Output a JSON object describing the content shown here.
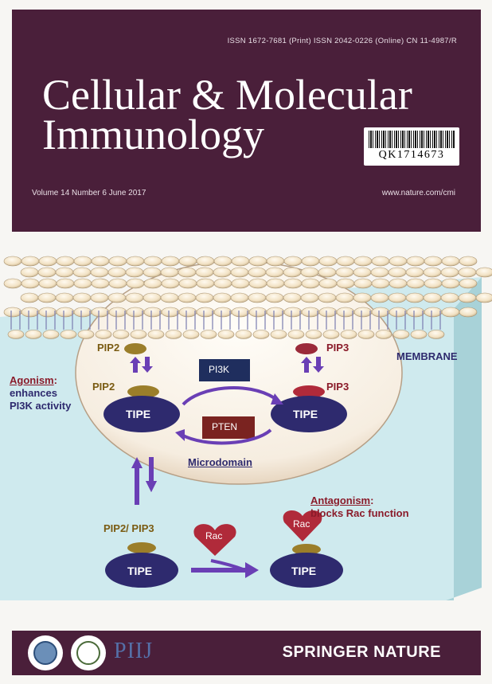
{
  "header": {
    "issn_line": "ISSN 1672-7681 (Print)   ISSN 2042-0226 (Online)   CN 11-4987/R",
    "title_line1": "Cellular & Molecular",
    "title_line2": "Immunology",
    "barcode_text": "QK1714673",
    "volume_line": "Volume 14  Number 6   June 2017",
    "url": "www.nature.com/cmi"
  },
  "figure": {
    "membrane_label": "MEMBRANE",
    "pip2_top": "PIP2",
    "pip3_top": "PIP3",
    "pip2_mid": "PIP2",
    "pip3_mid": "PIP3",
    "pi3k": "PI3K",
    "pten": "PTEN",
    "tipe_left": "TIPE",
    "tipe_right": "TIPE",
    "microdomain": "Microdomain",
    "agonism_title": "Agonism",
    "agonism_line1": "enhances",
    "agonism_line2": "PI3K activity",
    "antagonism_title": "Antagonism",
    "antagonism_line1": "blocks Rac function",
    "pip_combined": "PIP2/ PIP3",
    "rac_left": "Rac",
    "rac_right": "Rac",
    "tipe_bottom_left": "TIPE",
    "tipe_bottom_right": "TIPE"
  },
  "footer": {
    "logo_text": "PIIJ",
    "publisher": "SPRINGER NATURE"
  },
  "colors": {
    "header_bg": "#4a1f3a",
    "cytoplasm": "#cfeaee",
    "tipe": "#2e2a6e",
    "arrow": "#6a3fb5",
    "box_pi3k": "#1f2e5e",
    "box_pten": "#7a2320",
    "rac": "#b02a3a"
  }
}
